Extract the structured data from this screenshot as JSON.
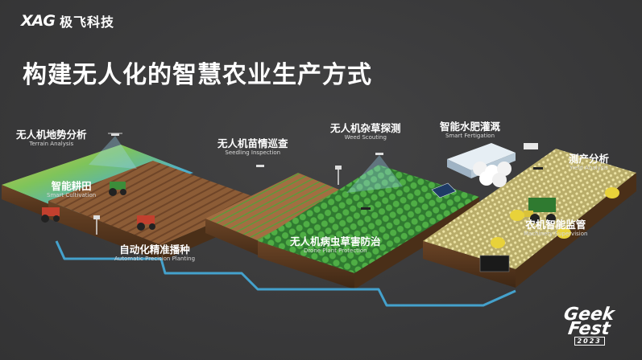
{
  "brand": {
    "mark": "XAG",
    "name": "极飞科技"
  },
  "headline": "构建无人化的智慧农业生产方式",
  "stations": [
    {
      "zh": "无人机地势分析",
      "en": "Terrain Analysis",
      "icon": "drone-icon"
    },
    {
      "zh": "智能耕田",
      "en": "Smart Cultivation",
      "icon": "tractor-icon"
    },
    {
      "zh": "自动化精准播种",
      "en": "Automatic Precision Planting",
      "icon": "tractor-icon"
    },
    {
      "zh": "无人机苗情巡查",
      "en": "Seedling Inspection",
      "icon": "drone-icon"
    },
    {
      "zh": "无人机杂草探测",
      "en": "Weed Scouting",
      "icon": "drone-icon"
    },
    {
      "zh": "无人机病虫草害防治",
      "en": "Drone Plant Protection",
      "icon": "drone-icon"
    },
    {
      "zh": "智能水肥灌溉",
      "en": "Smart Fertigation",
      "icon": "tank-icon"
    },
    {
      "zh": "测产分析",
      "en": "Yield Analysis",
      "icon": "drone-icon"
    },
    {
      "zh": "农机智能监管",
      "en": "Machinery Supervision",
      "icon": "harvester-icon"
    }
  ],
  "badge": {
    "line1": "Geek",
    "line2": "Fest",
    "line3": "2023"
  },
  "colors": {
    "background": "#3a3a3b",
    "soil": "#8a5a34",
    "soil_dark": "#5e3a1f",
    "crop": "#3f9a3c",
    "pipe": "#46b4e6",
    "wheat": "#d9cf8a"
  }
}
